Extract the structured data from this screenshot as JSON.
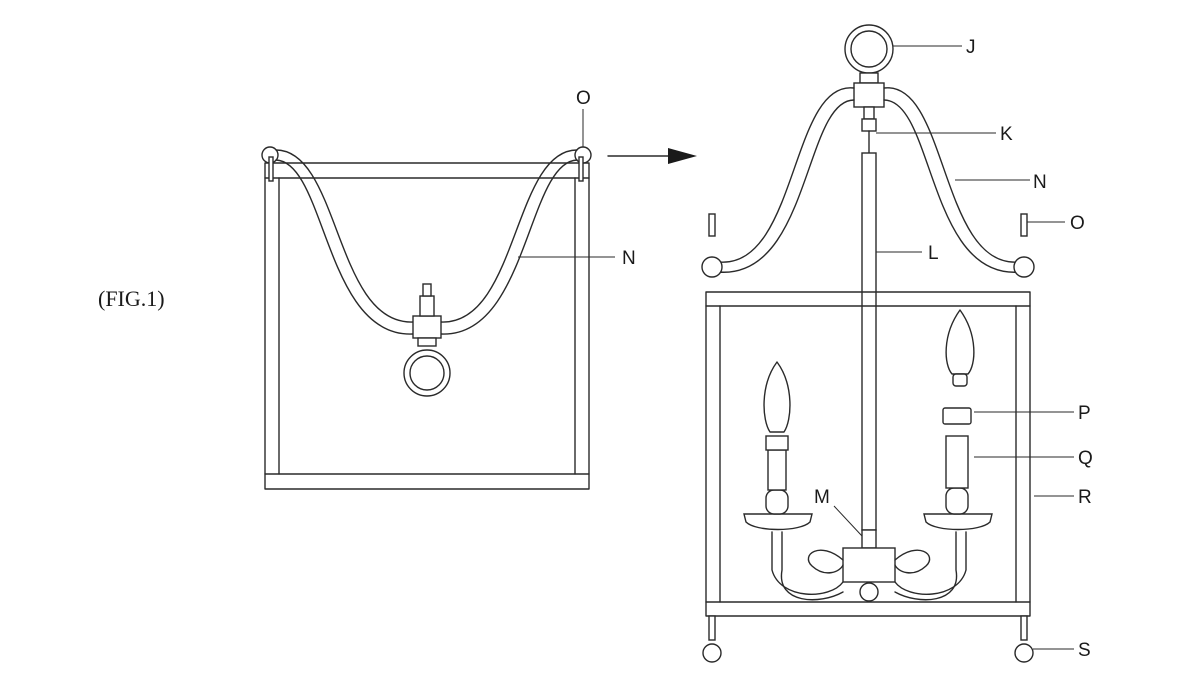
{
  "figure_label": "(FIG.1)",
  "parts": {
    "J": "J",
    "K": "K",
    "N": "N",
    "O": "O",
    "L": "L",
    "M": "M",
    "P": "P",
    "Q": "Q",
    "R": "R",
    "S": "S"
  },
  "colors": {
    "ink": "#2a2a2a",
    "background": "#ffffff"
  }
}
